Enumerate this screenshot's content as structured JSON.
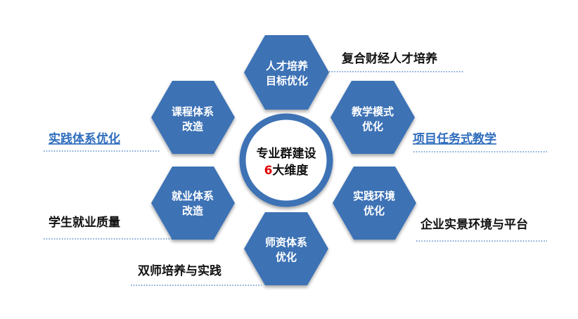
{
  "center": {
    "line1": "专业群建设",
    "number": "6",
    "line2_rest": "大维度"
  },
  "hexagons": [
    {
      "line1": "人才培养",
      "line2": "目标优化"
    },
    {
      "line1": "课程体系",
      "line2": "改造"
    },
    {
      "line1": "教学模式",
      "line2": "优化"
    },
    {
      "line1": "就业体系",
      "line2": "改造"
    },
    {
      "line1": "实践环境",
      "line2": "优化"
    },
    {
      "line1": "师资体系",
      "line2": "优化"
    }
  ],
  "labels": [
    {
      "text": "复合财经人才培养"
    },
    {
      "text": "实践体系优化"
    },
    {
      "text": "项目任务式教学"
    },
    {
      "text": "学生就业质量"
    },
    {
      "text": "企业实景环境与平台"
    },
    {
      "text": "双师培养与实践"
    }
  ],
  "colors": {
    "hexagon": "#3c72b5",
    "ring": "#3c72b5",
    "highlight_number": "#e00000",
    "blue_label": "#2f6dbd"
  }
}
